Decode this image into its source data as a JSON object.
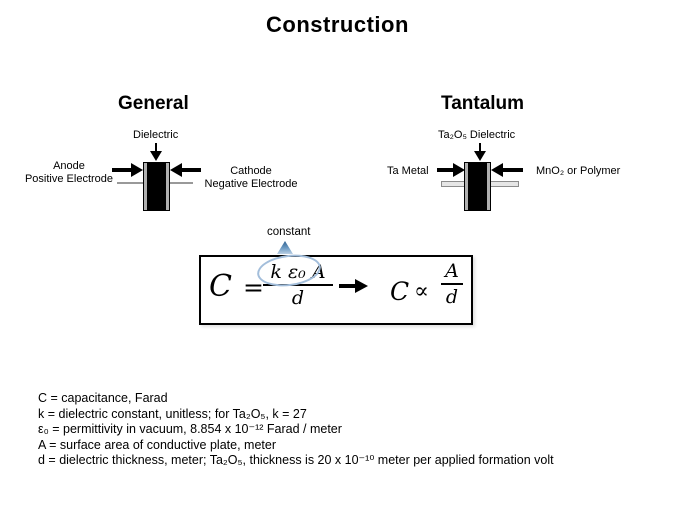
{
  "title": "Construction",
  "general": {
    "heading": "General",
    "dielectric_label": "Dielectric",
    "anode_label_line1": "Anode",
    "anode_label_line2": "Positive Electrode",
    "cathode_label_line1": "Cathode",
    "cathode_label_line2": "Negative Electrode"
  },
  "tantalum": {
    "heading": "Tantalum",
    "dielectric_label": "Ta₂O₅ Dielectric",
    "left_label": "Ta Metal",
    "right_label": "MnO₂ or Polymer"
  },
  "formula": {
    "annotation": "constant",
    "lhs_symbol": "C",
    "equals_sign": "=",
    "numerator": "k ε₀ A",
    "denominator": "d",
    "result_symbol": "C",
    "proportional_sign": "∝",
    "result_numerator": "A",
    "result_denominator": "d"
  },
  "legend": {
    "lines": [
      "C = capacitance, Farad",
      "k = dielectric constant, unitless; for Ta₂O₅, k = 27",
      "ε₀ = permittivity in vacuum, 8.854 x 10⁻¹² Farad / meter",
      "A = surface area of conductive plate, meter",
      "d = dielectric thickness, meter; Ta₂O₅, thickness is 20 x 10⁻¹⁰ meter per applied formation volt"
    ]
  },
  "colors": {
    "callout_blue": "#2f6292",
    "ellipse_blue": "#a3bedb",
    "line_gray": "#999999",
    "bar_gray": "#e6e6e6"
  }
}
